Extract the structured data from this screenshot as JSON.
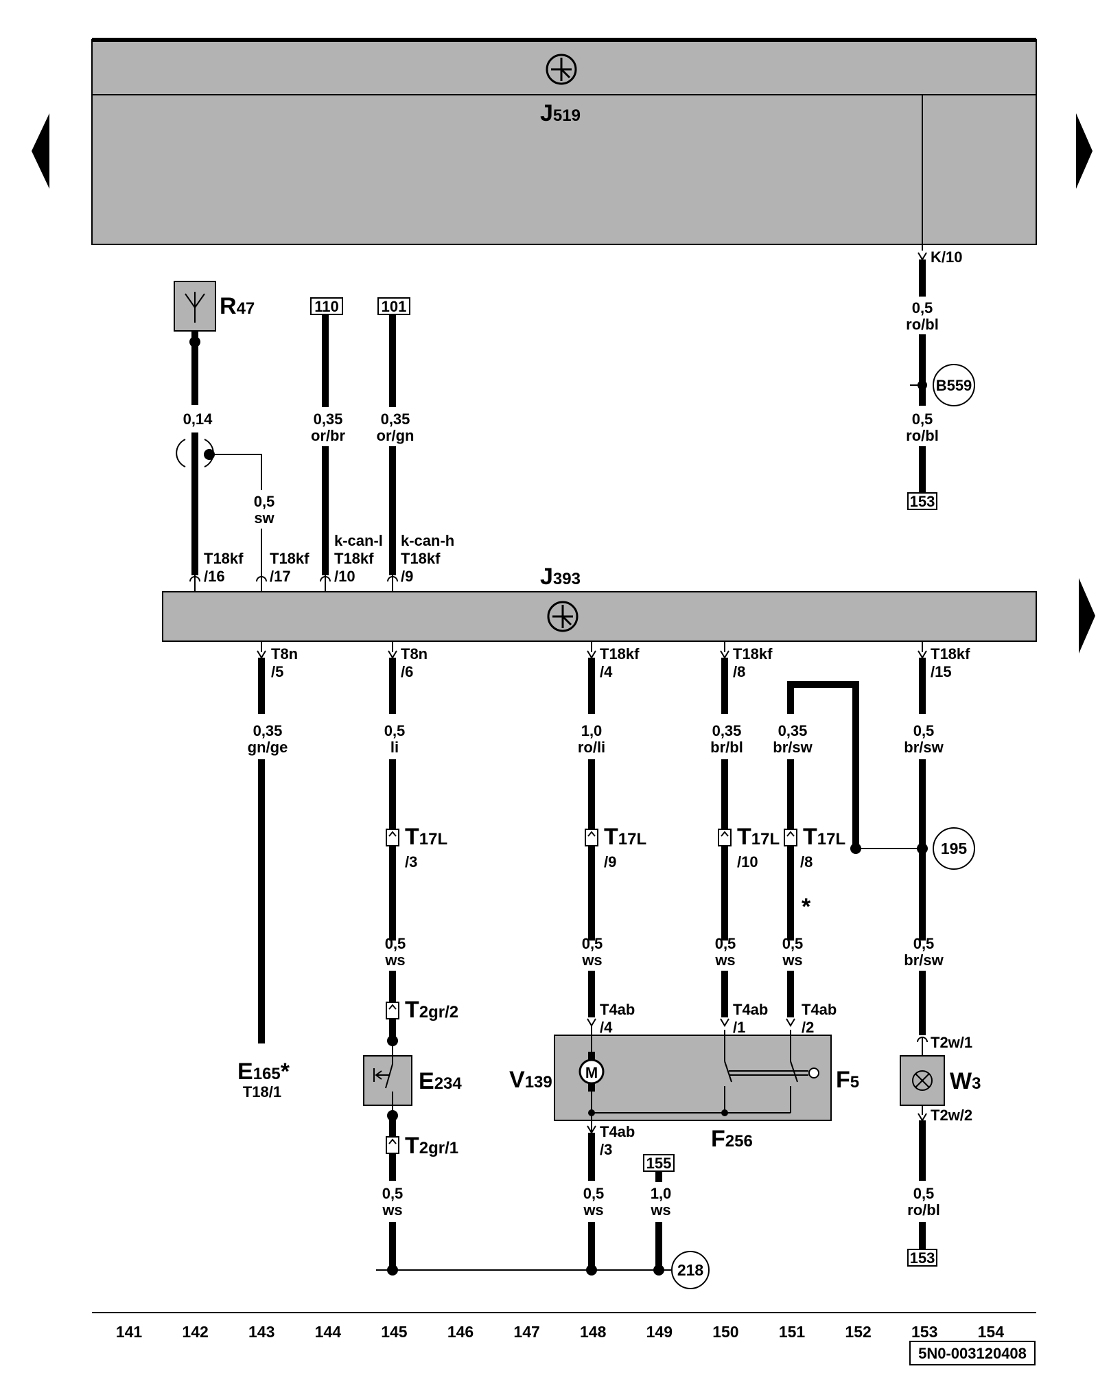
{
  "colors": {
    "module_fill": "#b3b3b3",
    "wire": "#000000",
    "background": "#ffffff"
  },
  "nav": {
    "left_arrow_icon": "triangle-left-icon",
    "right_arrow_icon": "triangle-right-icon"
  },
  "components": {
    "j519": {
      "letter": "J",
      "sub": "519",
      "pin": "K/10"
    },
    "j393": {
      "letter": "J",
      "sub": "393"
    },
    "r47": {
      "letter": "R",
      "sub": "47"
    },
    "e165": {
      "letter": "E",
      "sub": "165",
      "star": "*",
      "conn": "T18/1"
    },
    "e234": {
      "letter": "E",
      "sub": "234"
    },
    "v139": {
      "letter": "V",
      "sub": "139",
      "motor": "M"
    },
    "f5": {
      "letter": "F",
      "sub": "5"
    },
    "f256": {
      "letter": "F",
      "sub": "256"
    },
    "w3": {
      "letter": "W",
      "sub": "3"
    }
  },
  "refs": {
    "r110": "110",
    "r101": "101",
    "r153_top": "153",
    "r155": "155",
    "r153_bot": "153"
  },
  "circles": {
    "b559": "B559",
    "c195": "195",
    "c218": "218"
  },
  "wire_labels": {
    "w1_size": "0,5",
    "w1_color": "ro/bl",
    "w2_size": "0,5",
    "w2_color": "ro/bl",
    "r47_size": "0,14",
    "sw_size": "0,5",
    "sw_color": "sw",
    "w110_size": "0,35",
    "w110_color": "or/br",
    "w101_size": "0,35",
    "w101_color": "or/gn",
    "kcanl": "k-can-l",
    "kcanh": "k-can-h",
    "e165_size": "0,35",
    "e165_color": "gn/ge",
    "l145_size": "0,5",
    "l145_color": "li",
    "l148_size": "1,0",
    "l148_color": "ro/li",
    "l150_size": "0,35",
    "l150_color": "br/bl",
    "l151_size": "0,35",
    "l151_color": "br/sw",
    "l153_size": "0,5",
    "l153_color": "br/sw",
    "ws145_size": "0,5",
    "ws145_color": "ws",
    "ws148_size": "0,5",
    "ws148_color": "ws",
    "ws150_size": "0,5",
    "ws150_color": "ws",
    "ws151_size": "0,5",
    "ws151_color": "ws",
    "bs153_size": "0,5",
    "bs153_color": "br/sw",
    "b145_size": "0,5",
    "b145_color": "ws",
    "b148_size": "0,5",
    "b148_color": "ws",
    "b149_size": "1,0",
    "b149_color": "ws",
    "b153_size": "0,5",
    "b153_color": "ro/bl",
    "star151": "*"
  },
  "pins": {
    "t18kf16_a": "T18kf",
    "t18kf16_b": "/16",
    "t18kf17_a": "T18kf",
    "t18kf17_b": "/17",
    "t18kf10_a": "T18kf",
    "t18kf10_b": "/10",
    "t18kf9_a": "T18kf",
    "t18kf9_b": "/9",
    "t8n5_a": "T8n",
    "t8n5_b": "/5",
    "t8n6_a": "T8n",
    "t8n6_b": "/6",
    "t18kf4_a": "T18kf",
    "t18kf4_b": "/4",
    "t18kf8_a": "T18kf",
    "t18kf8_b": "/8",
    "t18kf15_a": "T18kf",
    "t18kf15_b": "/15",
    "t17l_letter": "T",
    "t17l_sub": "17L",
    "t17l_3": "/3",
    "t17l_9": "/9",
    "t17l_10": "/10",
    "t17l_8": "/8",
    "t2gr_letter": "T",
    "t2gr2_sub": "2gr/2",
    "t2gr1_sub": "2gr/1",
    "t4ab4_a": "T4ab",
    "t4ab4_b": "/4",
    "t4ab1_a": "T4ab",
    "t4ab1_b": "/1",
    "t4ab2_a": "T4ab",
    "t4ab2_b": "/2",
    "t4ab3_a": "T4ab",
    "t4ab3_b": "/3",
    "t2w1": "T2w/1",
    "t2w2": "T2w/2"
  },
  "columns": [
    "141",
    "142",
    "143",
    "144",
    "145",
    "146",
    "147",
    "148",
    "149",
    "150",
    "151",
    "152",
    "153",
    "154"
  ],
  "doc_id": "5N0-003120408"
}
